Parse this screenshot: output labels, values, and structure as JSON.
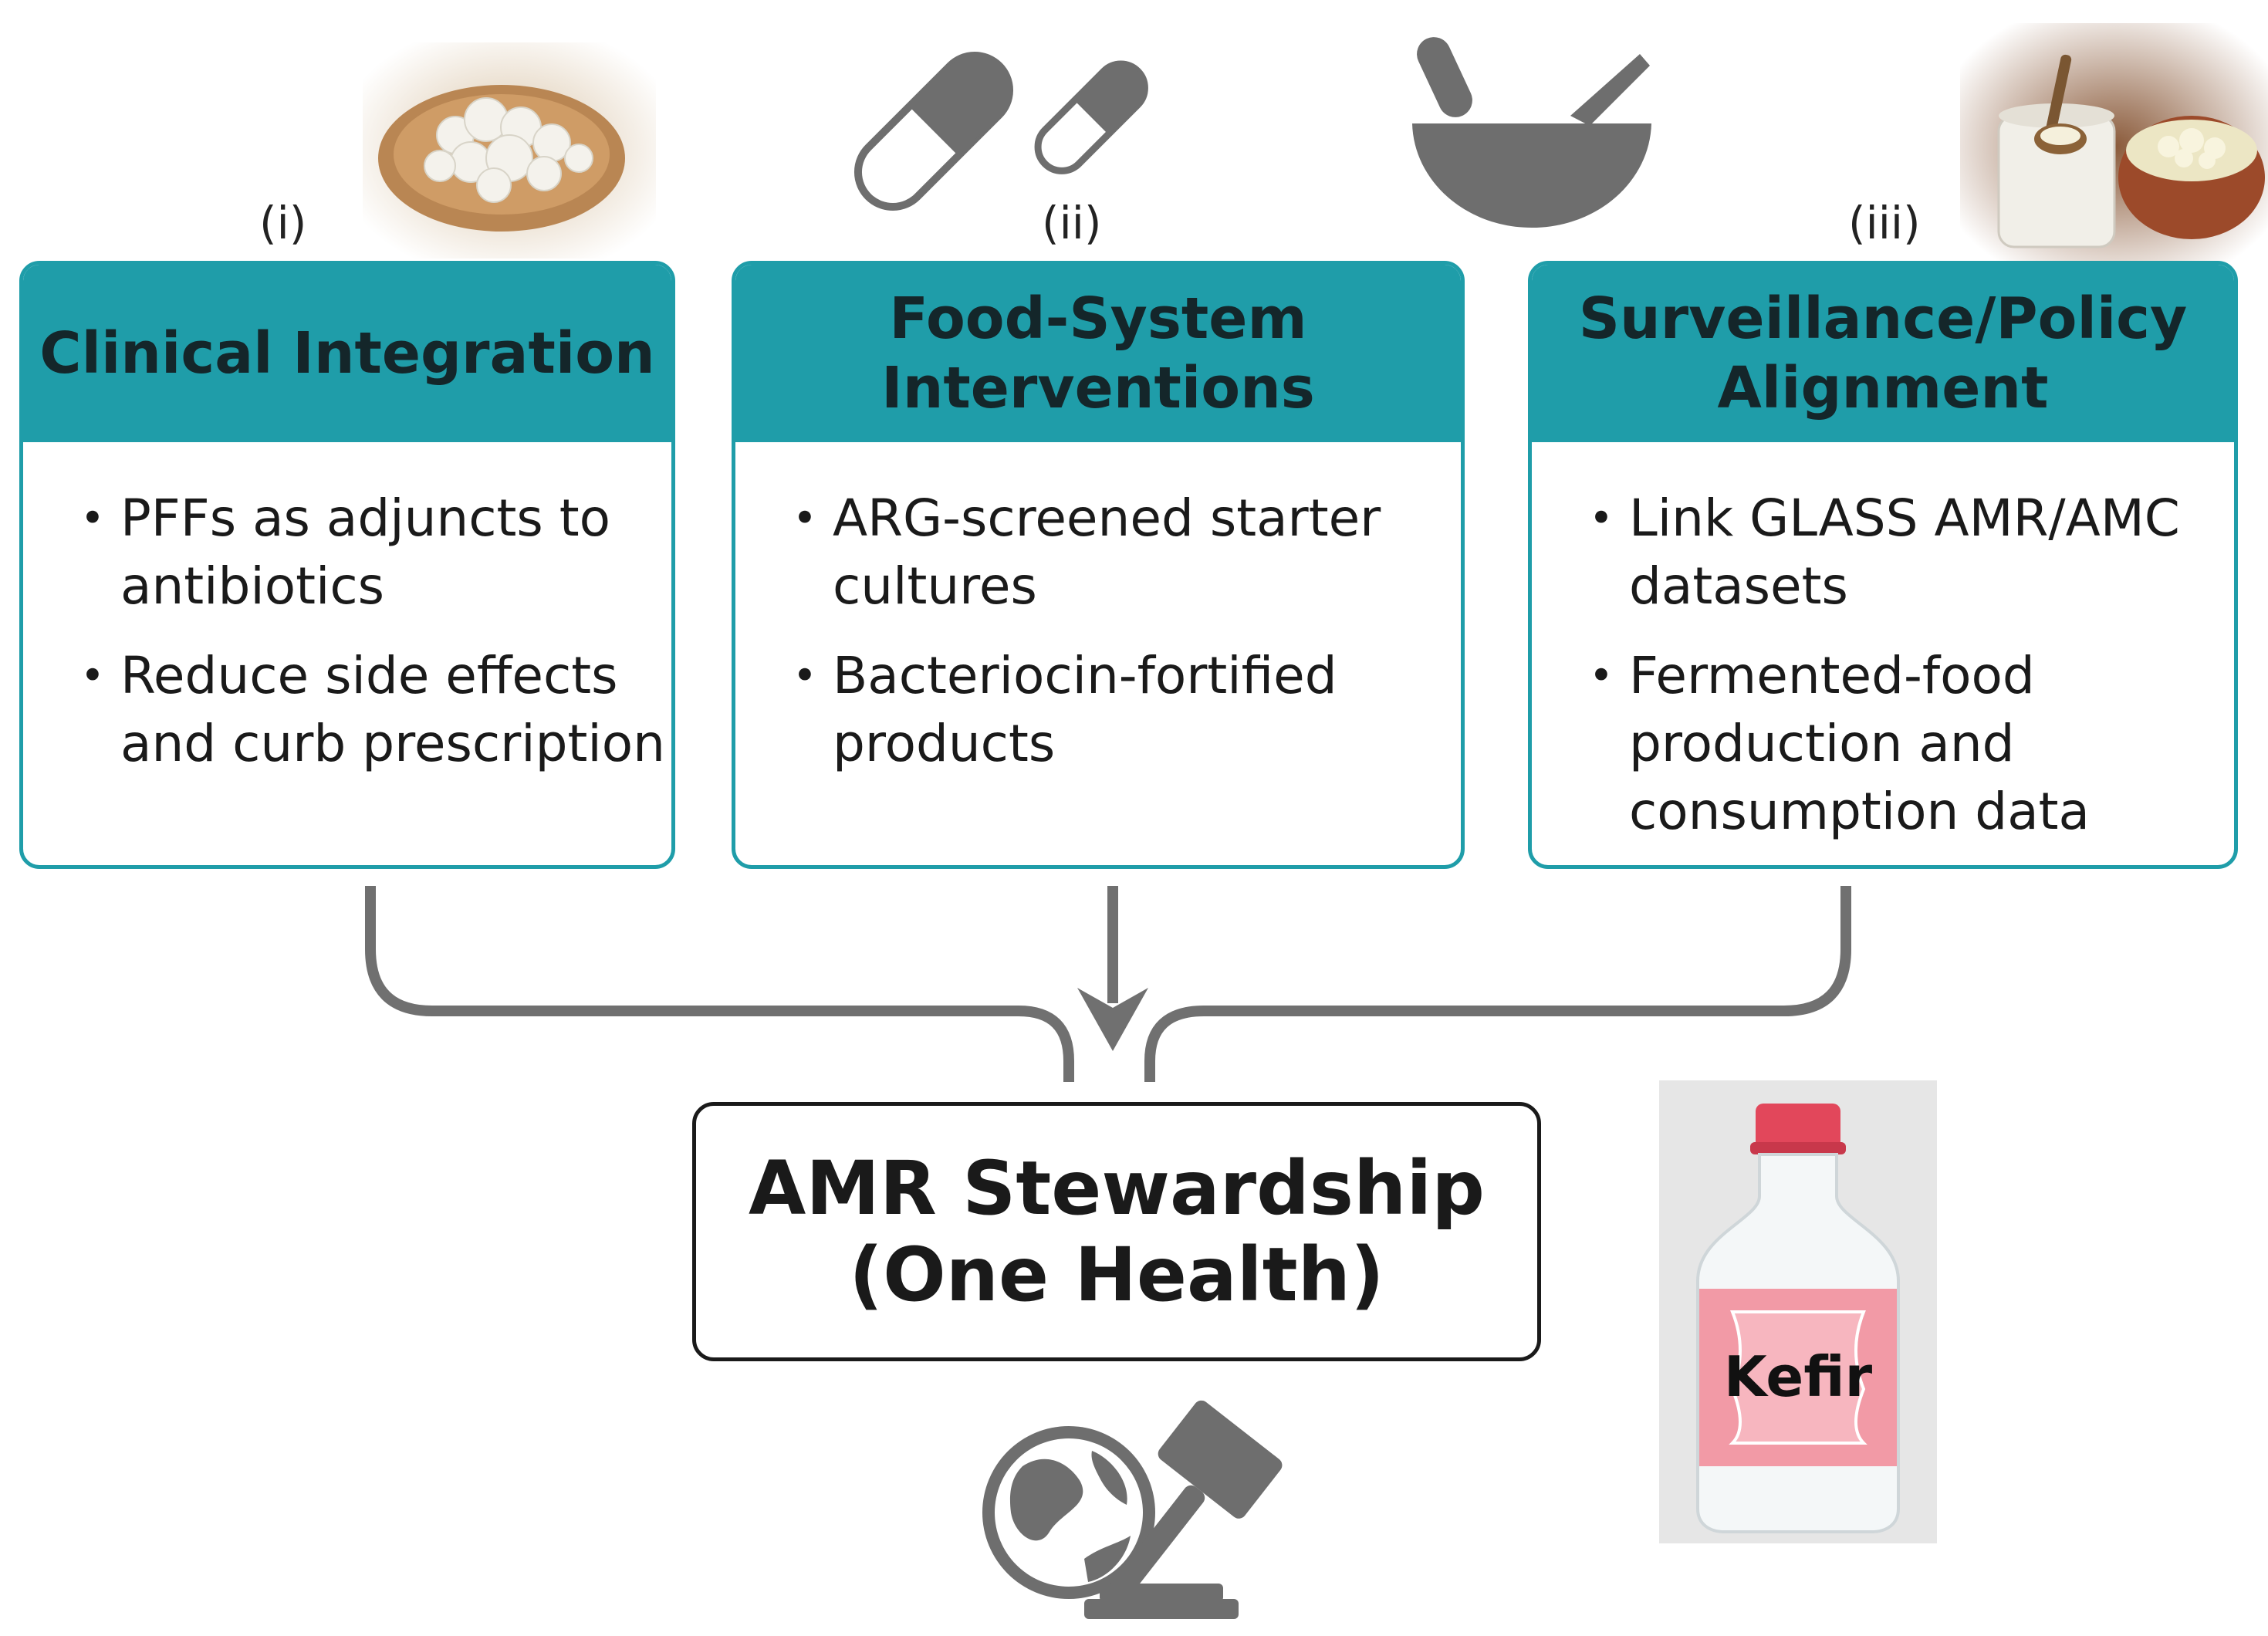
{
  "labels": {
    "i": "(i)",
    "ii": "(ii)",
    "iii": "(iii)"
  },
  "panels": [
    {
      "title": "Clinical Integration",
      "bullets": [
        "PFFs as adjuncts to antibiotics",
        "Reduce side effects and curb prescription"
      ]
    },
    {
      "title": "Food-System\nInterventions",
      "bullets": [
        "ARG-screened starter cultures",
        "Bacteriocin-fortified products"
      ]
    },
    {
      "title": "Surveillance/Policy\nAlignment",
      "bullets": [
        "Link GLASS AMR/AMC datasets",
        "Fermented-food production and consumption data"
      ]
    }
  ],
  "center": {
    "title": "AMR Stewardship\n(One Health)"
  },
  "kefir": {
    "label": "Kefir"
  },
  "colors": {
    "teal": "#1f9da9",
    "icon_gray": "#6e6e6e",
    "arrow_gray": "#707070",
    "bottle_pink": "#f29aa6"
  },
  "icons": [
    "kefir-grains-spoon-icon",
    "capsule-icon",
    "mortar-pestle-icon",
    "kefir-jar-photo-icon",
    "globe-gavel-icon",
    "kefir-bottle-icon"
  ]
}
